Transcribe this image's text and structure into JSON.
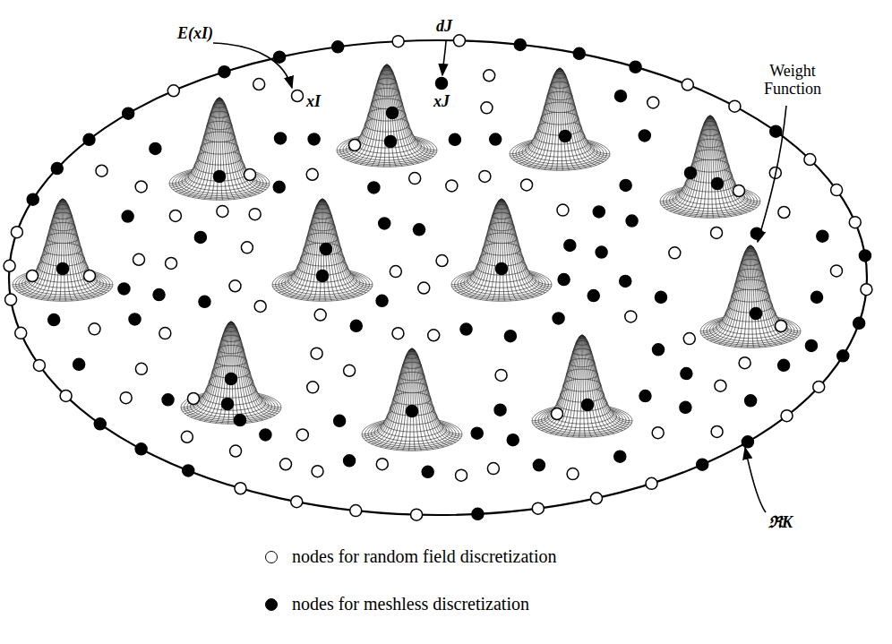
{
  "diagram": {
    "labels": [
      "E(xI)",
      "xI",
      "dJ",
      "xJ",
      "Weight Function",
      "ℜK"
    ],
    "legend": [
      {
        "text": "nodes for random field discretization"
      },
      {
        "text": "nodes for meshless discretization"
      }
    ]
  }
}
